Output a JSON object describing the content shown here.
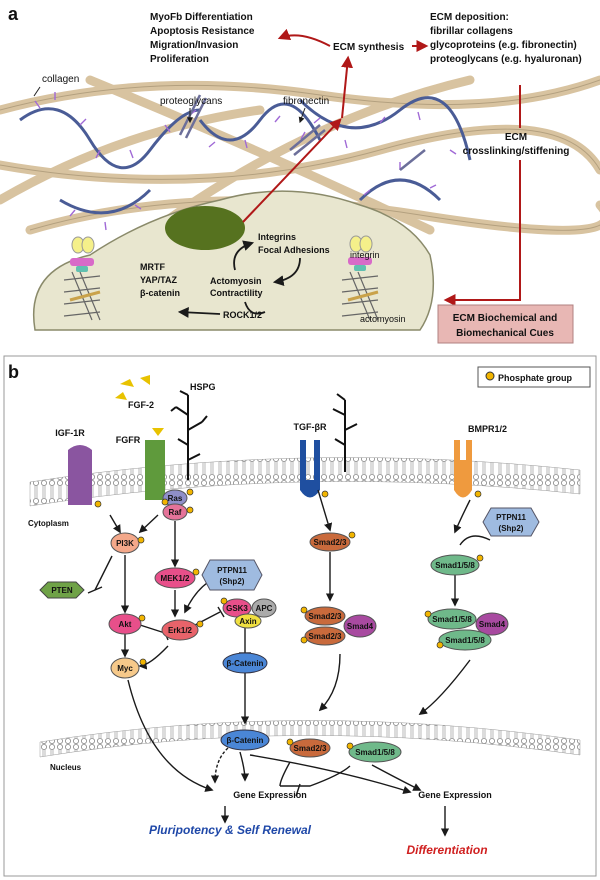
{
  "panel_a": {
    "label": "a",
    "outcomes": [
      "MyoFb Differentiation",
      "Apoptosis Resistance",
      "Migration/Invasion",
      "Proliferation"
    ],
    "ecm_synthesis": "ECM synthesis",
    "ecm_deposition": [
      "ECM deposition:",
      "fibrillar collagens",
      "glycoproteins (e.g. fibronectin)",
      "proteoglycans (e.g. hyaluronan)"
    ],
    "crosslinking": [
      "ECM",
      "crosslinking/stiffening"
    ],
    "collagen": "collagen",
    "proteoglycans": "proteoglycans",
    "fibronectin": "fibronectin",
    "integrin": "integrin",
    "actomyosin": "actomyosin",
    "integrins_fa": [
      "Integrins",
      "Focal Adhesions"
    ],
    "actomyosin_contractility": [
      "Actomyosin",
      "Contractility"
    ],
    "mrtf": [
      "MRTF",
      "YAP/TAZ",
      "β-catenin"
    ],
    "rock": "ROCK1/2",
    "cues": [
      "ECM Biochemical and",
      "Biomechanical Cues"
    ]
  },
  "panel_b": {
    "label": "b",
    "legend": "Phosphate group",
    "receptors": {
      "igf1r": "IGF-1R",
      "fgfr": "FGFR",
      "fgf2": "FGF-2",
      "hspg": "HSPG",
      "tgfbr": "TGF-βR",
      "bmpr": "BMPR1/2"
    },
    "cytoplasm": "Cytoplasm",
    "nucleus": "Nucleus",
    "nodes": {
      "ras": "Ras",
      "raf": "Raf",
      "pi3k": "PI3K",
      "pten": "PTEN",
      "akt": "Akt",
      "myc": "Myc",
      "mek": "MEK1/2",
      "ptpn11_a": [
        "PTPN11",
        "(Shp2)"
      ],
      "erk": "Erk1/2",
      "gsk3": "GSK3",
      "apc": "APC",
      "axin": "Axin",
      "bcat": "β-Catenin",
      "bcat_nuc": "β-Catenin",
      "smad23": "Smad2/3",
      "smad23_c1": "Smad2/3",
      "smad4_a": "Smad4",
      "smad23_c2": "Smad2/3",
      "smad23_nuc": "Smad2/3",
      "ptpn11_b": [
        "PTPN11",
        "(Shp2)"
      ],
      "smad158": "Smad1/5/8",
      "smad158_c1": "Smad1/5/8",
      "smad4_b": "Smad4",
      "smad158_c2": "Smad1/5/8",
      "smad158_nuc": "Smad1/5/8"
    },
    "gene_expr_1": "Gene Expression",
    "gene_expr_2": "Gene Expression",
    "pluripotency": "Pluripotency & Self Renewal",
    "differentiation": "Differentiation"
  },
  "colors": {
    "cell": "#e8e6cf",
    "nucleus_a": "#56721f",
    "arrow_red": "#b01818",
    "cues_box": "#e8b7b4",
    "igf1r": "#8a55a0",
    "fgfr": "#5f9a3c",
    "tgfbr": "#1f4fa0",
    "bmpr": "#ef9a3e",
    "smad_brown": "#c96a3c",
    "smad_green": "#6fb98a",
    "smad4": "#a84aa0",
    "phosphate": "#f2b500",
    "pluri_text": "#1f48a8",
    "diff_text": "#d02020"
  }
}
